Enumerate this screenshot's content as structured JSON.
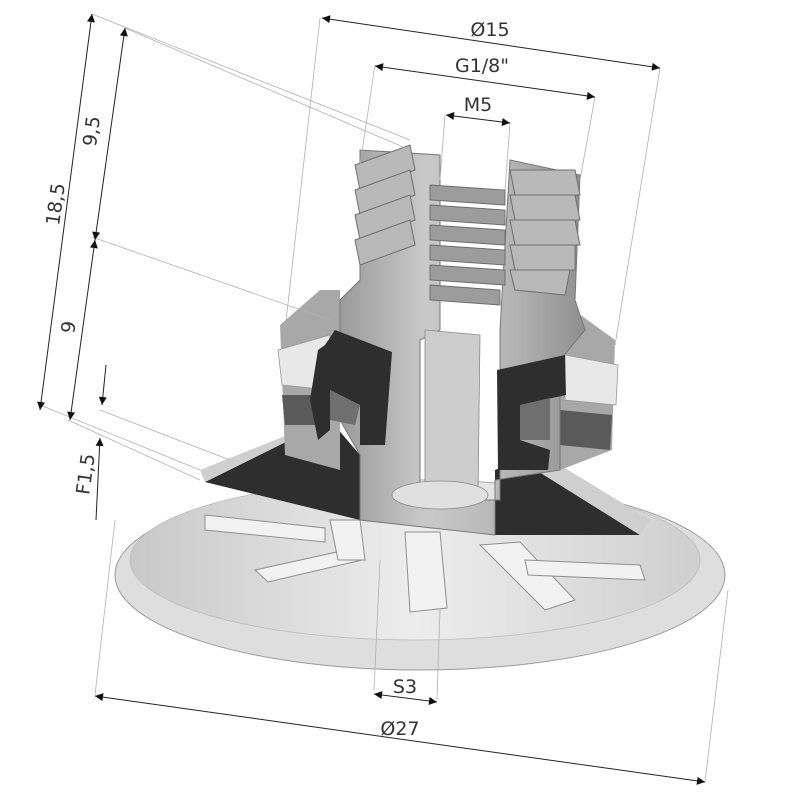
{
  "labels": {
    "d15": "Ø15",
    "g18": "G1/8\"",
    "m5": "M5",
    "h95": "9,5",
    "h185": "18,5",
    "h9": "9",
    "f15": "F1,5",
    "s3": "S3",
    "d27": "Ø27"
  },
  "colors": {
    "dark": "#2e2e2e",
    "mid": "#a6a6a6",
    "light": "#d4d4d4",
    "lip": "#e6e6e6",
    "line": "#222222"
  }
}
